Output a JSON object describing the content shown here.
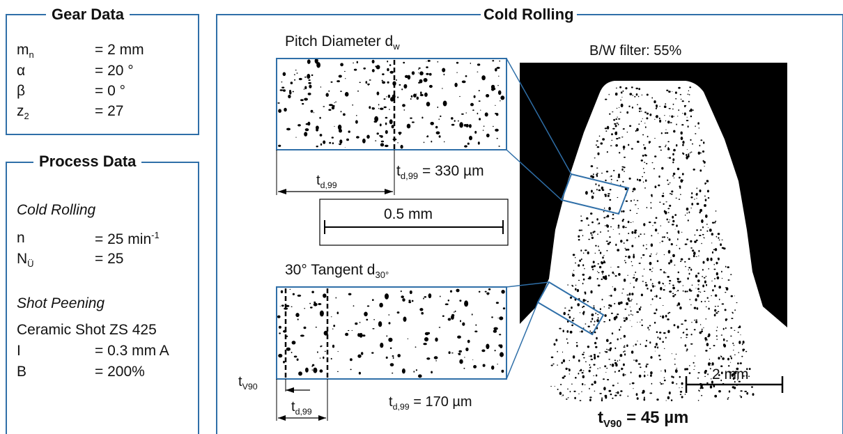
{
  "gear_data": {
    "title": "Gear Data",
    "rows": [
      {
        "sym": "m",
        "sub": "n",
        "value": "= 2 mm"
      },
      {
        "sym": "α",
        "sub": "",
        "value": "= 20 °"
      },
      {
        "sym": "β",
        "sub": "",
        "value": "= 0 °"
      },
      {
        "sym": "z",
        "sub": "2",
        "value": "= 27"
      }
    ]
  },
  "process_data": {
    "title": "Process Data",
    "cold_rolling": {
      "heading": "Cold Rolling",
      "n_sym": "n",
      "n_value": "= 25 min",
      "n_sup": "-1",
      "nu_sym": "N",
      "nu_sub": "Ü",
      "nu_value": "= 25"
    },
    "shot_peening": {
      "heading": "Shot Peening",
      "media": "Ceramic Shot ZS 425",
      "i_sym": "I",
      "i_value": "= 0.3 mm A",
      "b_sym": "B",
      "b_value": "= 200%"
    }
  },
  "cold_rolling_panel": {
    "title": "Cold Rolling",
    "pitch_label": "Pitch Diameter d",
    "pitch_sub": "w",
    "pitch_td_base": "t",
    "pitch_td_sub": "d,99",
    "pitch_td_value": "= 330 µm",
    "scale_small": "0.5 mm",
    "tangent_label": "30° Tangent d",
    "tangent_sub": "30°",
    "tangent_td_value": "= 170 µm",
    "tv90_base": "t",
    "tv90_sub": "V90",
    "filter_label": "B/W filter: 55%",
    "scale_large": "2 mm",
    "result_value": "= 45 µm"
  },
  "colors": {
    "frame": "#2f6fa8",
    "image_bg": "#000000"
  }
}
